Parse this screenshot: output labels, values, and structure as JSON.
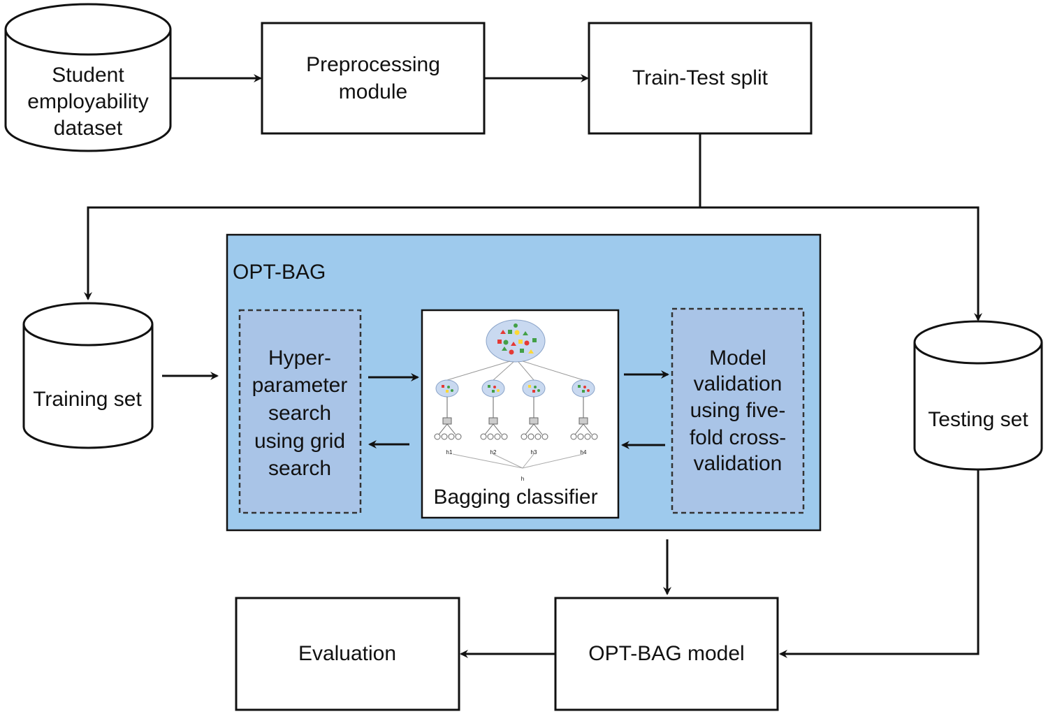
{
  "nodes": {
    "dataset": [
      "Student",
      "employability",
      "dataset"
    ],
    "preprocessing": [
      "Preprocessing",
      "module"
    ],
    "split": "Train-Test split",
    "training": "Training set",
    "testing": "Testing set",
    "optbag_container": "OPT-BAG",
    "hyper": [
      "Hyper-",
      "parameter",
      "search",
      "using grid",
      "search"
    ],
    "bagging": "Bagging classifier",
    "bagging_sublabels": [
      "h1",
      "h2",
      "h3",
      "h4",
      "h"
    ],
    "validation": [
      "Model",
      "validation",
      "using five-",
      "fold cross-",
      "validation"
    ],
    "model": "OPT-BAG model",
    "evaluation": "Evaluation"
  },
  "colors": {
    "container_fill": "#9ecaed",
    "dashed_fill": "#a9c4e7",
    "stroke": "#111111",
    "node_red": "#e53935",
    "node_green": "#43a047",
    "node_yellow": "#fdd835",
    "ellipse_fill": "#c9d9f0"
  }
}
